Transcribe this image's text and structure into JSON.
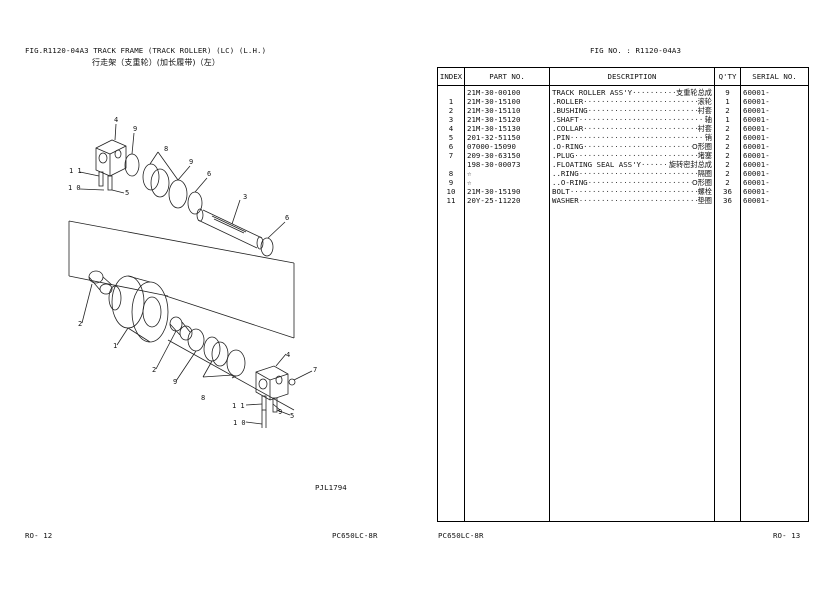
{
  "left_page": {
    "fig_title": "FIG.R1120-04A3    TRACK FRAME (TRACK ROLLER) (LC) (L.H.)",
    "fig_title_cn": "行走架（支重轮）(加长履带)（左）",
    "image_code": "PJL1794",
    "footer_left": "RO-   12",
    "footer_right": "PC650LC-8R",
    "callouts": [
      "4",
      "9",
      "8",
      "9",
      "6",
      "3",
      "6",
      "1 1",
      "1 0",
      "5",
      "2",
      "1",
      "2",
      "9",
      "8",
      "4",
      "7",
      "9",
      "1 1",
      "1 0",
      "5"
    ]
  },
  "right_page": {
    "fig_no": "FIG NO. : R1120-04A3",
    "footer_left": "PC650LC-8R",
    "footer_right": "RO-   13",
    "table": {
      "headers": {
        "index": "INDEX",
        "part_no": "PART  NO.",
        "description": "DESCRIPTION",
        "qty": "Q'TY",
        "serial_no": "SERIAL NO."
      },
      "rows": [
        {
          "index": "",
          "part_no": "21M-30-00100",
          "desc_en": "TRACK ROLLER ASS'Y",
          "desc_cn": "支重轮总成",
          "qty": "9",
          "serial": "60001-"
        },
        {
          "index": "1",
          "part_no": "21M-30-15100",
          "desc_en": ".ROLLER",
          "desc_cn": "滚轮",
          "qty": "1",
          "serial": "60001-"
        },
        {
          "index": "2",
          "part_no": "21M-30-15110",
          "desc_en": ".BUSHING",
          "desc_cn": "衬套",
          "qty": "2",
          "serial": "60001-"
        },
        {
          "index": "3",
          "part_no": "21M-30-15120",
          "desc_en": ".SHAFT",
          "desc_cn": "轴",
          "qty": "1",
          "serial": "60001-"
        },
        {
          "index": "4",
          "part_no": "21M-30-15130",
          "desc_en": ".COLLAR",
          "desc_cn": "衬套",
          "qty": "2",
          "serial": "60001-"
        },
        {
          "index": "5",
          "part_no": "201-32-51150",
          "desc_en": ".PIN",
          "desc_cn": "销",
          "qty": "2",
          "serial": "60001-"
        },
        {
          "index": "6",
          "part_no": "07000-15090",
          "desc_en": ".O-RING",
          "desc_cn": "O形圈",
          "qty": "2",
          "serial": "60001-"
        },
        {
          "index": "7",
          "part_no": "209-30-63150",
          "desc_en": ".PLUG",
          "desc_cn": "堵塞",
          "qty": "2",
          "serial": "60001-"
        },
        {
          "index": "",
          "part_no": "198-30-00073",
          "desc_en": ".FLOATING SEAL ASS'Y",
          "desc_cn": "旋转密封总成",
          "qty": "2",
          "serial": "60001-"
        },
        {
          "index": "8",
          "part_no": "☆",
          "desc_en": "..RING",
          "desc_cn": "隔圈",
          "qty": "2",
          "serial": "60001-"
        },
        {
          "index": "9",
          "part_no": "☆",
          "desc_en": "..O-RING",
          "desc_cn": "O形圈",
          "qty": "2",
          "serial": "60001-"
        },
        {
          "index": "10",
          "part_no": "21M-30-15190",
          "desc_en": "BOLT",
          "desc_cn": "螺栓",
          "qty": "36",
          "serial": "60001-"
        },
        {
          "index": "11",
          "part_no": "20Y-25-11220",
          "desc_en": "WASHER",
          "desc_cn": "垫圈",
          "qty": "36",
          "serial": "60001-"
        }
      ]
    }
  }
}
